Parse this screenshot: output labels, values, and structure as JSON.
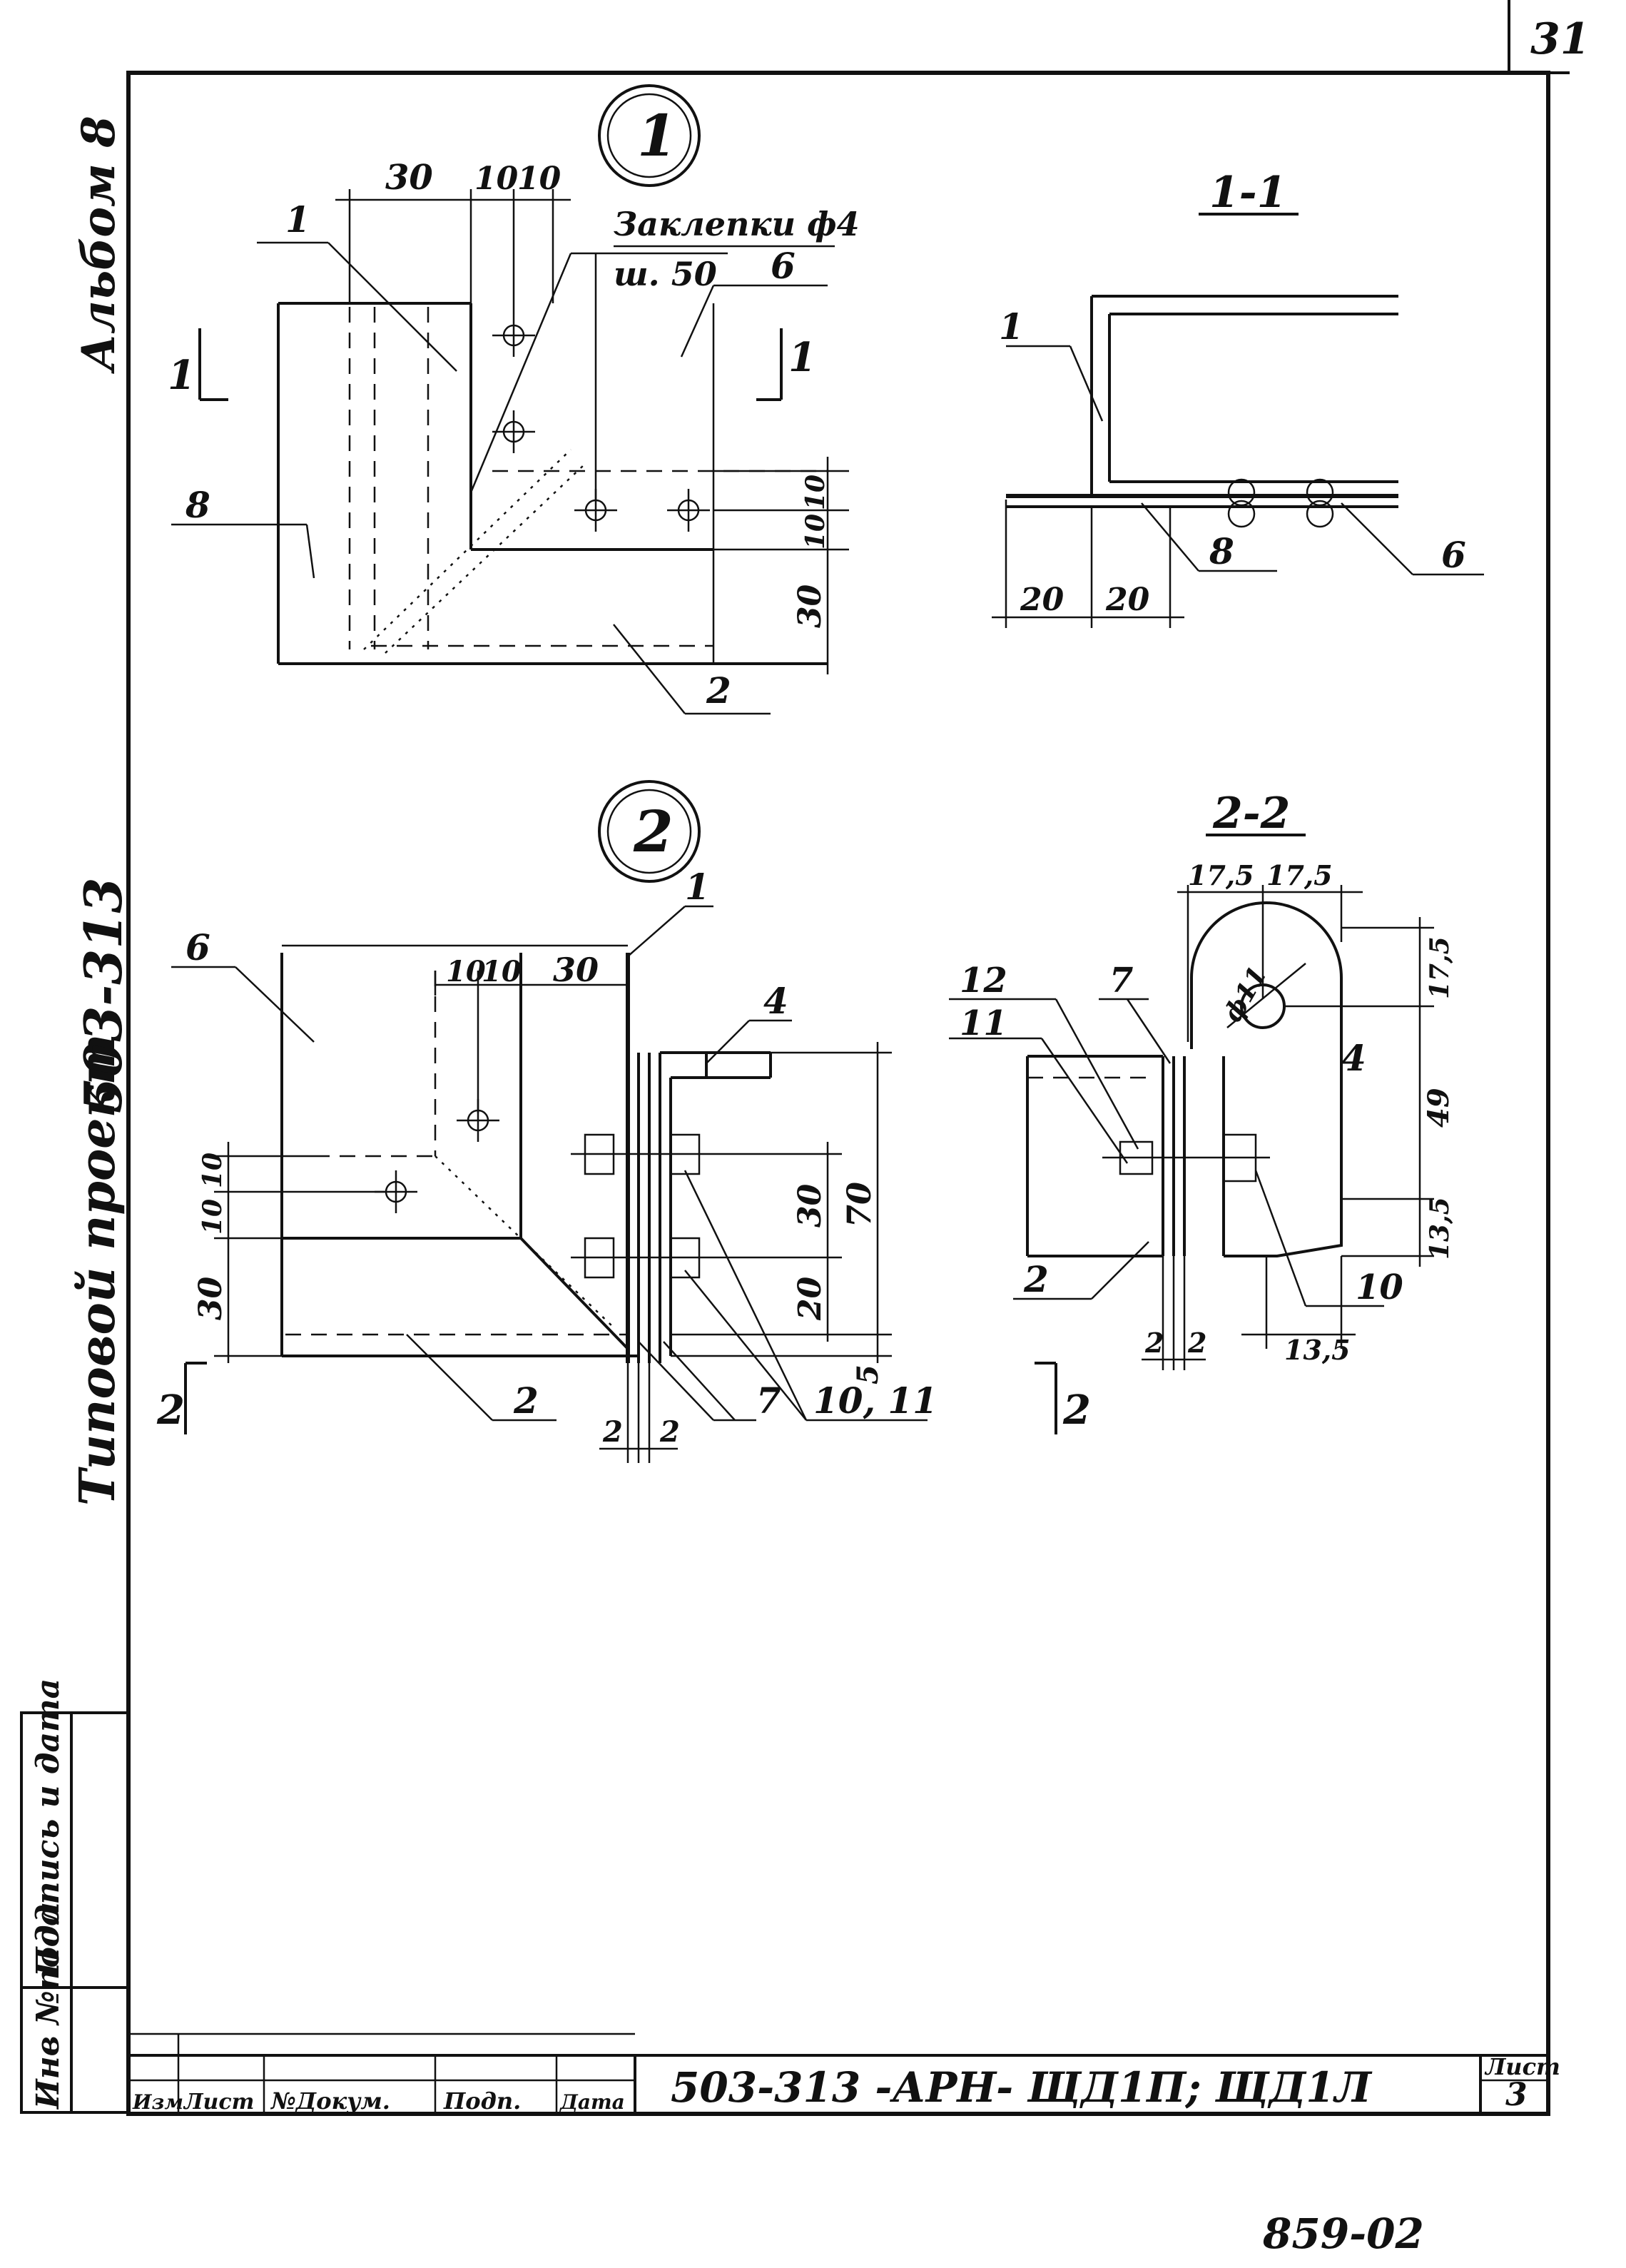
{
  "sheet_corner_number": "31",
  "footer_code": "859-02",
  "side_labels": {
    "album": "Альбом 8",
    "project_type": "Типовой проект",
    "project_code": "503-313"
  },
  "stamps": {
    "inv_no": "Инв №подл",
    "signature_date": "Подпись и дата"
  },
  "title_block": {
    "document_code": "503-313 -АРН- ЩД1П; ЩД1Л",
    "sheet_label": "Лист",
    "sheet_number": "3",
    "col_change": "Изм",
    "col_sheet": "Лист",
    "col_doc_no": "№Докум.",
    "col_signature": "Подп.",
    "col_date": "Дата"
  },
  "view1": {
    "callout": "1",
    "dims": [
      "30",
      "10",
      "10",
      "10",
      "10",
      "30"
    ],
    "rivet_note_line1": "Заклепки ф4",
    "rivet_note_line2": "ш. 50",
    "leaders": [
      "1",
      "8",
      "6",
      "2"
    ],
    "section_marks": [
      "1",
      "1"
    ]
  },
  "section11": {
    "title": "1-1",
    "leaders": [
      "1",
      "8",
      "6"
    ],
    "dims": [
      "20",
      "20"
    ]
  },
  "view2": {
    "callout": "2",
    "dims_top": [
      "10",
      "10",
      "30"
    ],
    "dims_left": [
      "10",
      "10",
      "30"
    ],
    "dims_right": [
      "30",
      "20",
      "70",
      "5"
    ],
    "leaders": [
      "6",
      "1",
      "4",
      "2",
      "7",
      "10, 11"
    ],
    "bottom_dims": [
      "2",
      "2"
    ],
    "section_marks": [
      "2",
      "2"
    ]
  },
  "section22": {
    "title": "2-2",
    "dims_top": [
      "17,5",
      "17,5"
    ],
    "hole": "ф11",
    "dims_right": [
      "17,5",
      "49",
      "13,5"
    ],
    "dim_bottom": "13,5",
    "leaders": [
      "12",
      "11",
      "7",
      "4",
      "2",
      "10"
    ],
    "bottom_dims": [
      "2",
      "2"
    ]
  }
}
